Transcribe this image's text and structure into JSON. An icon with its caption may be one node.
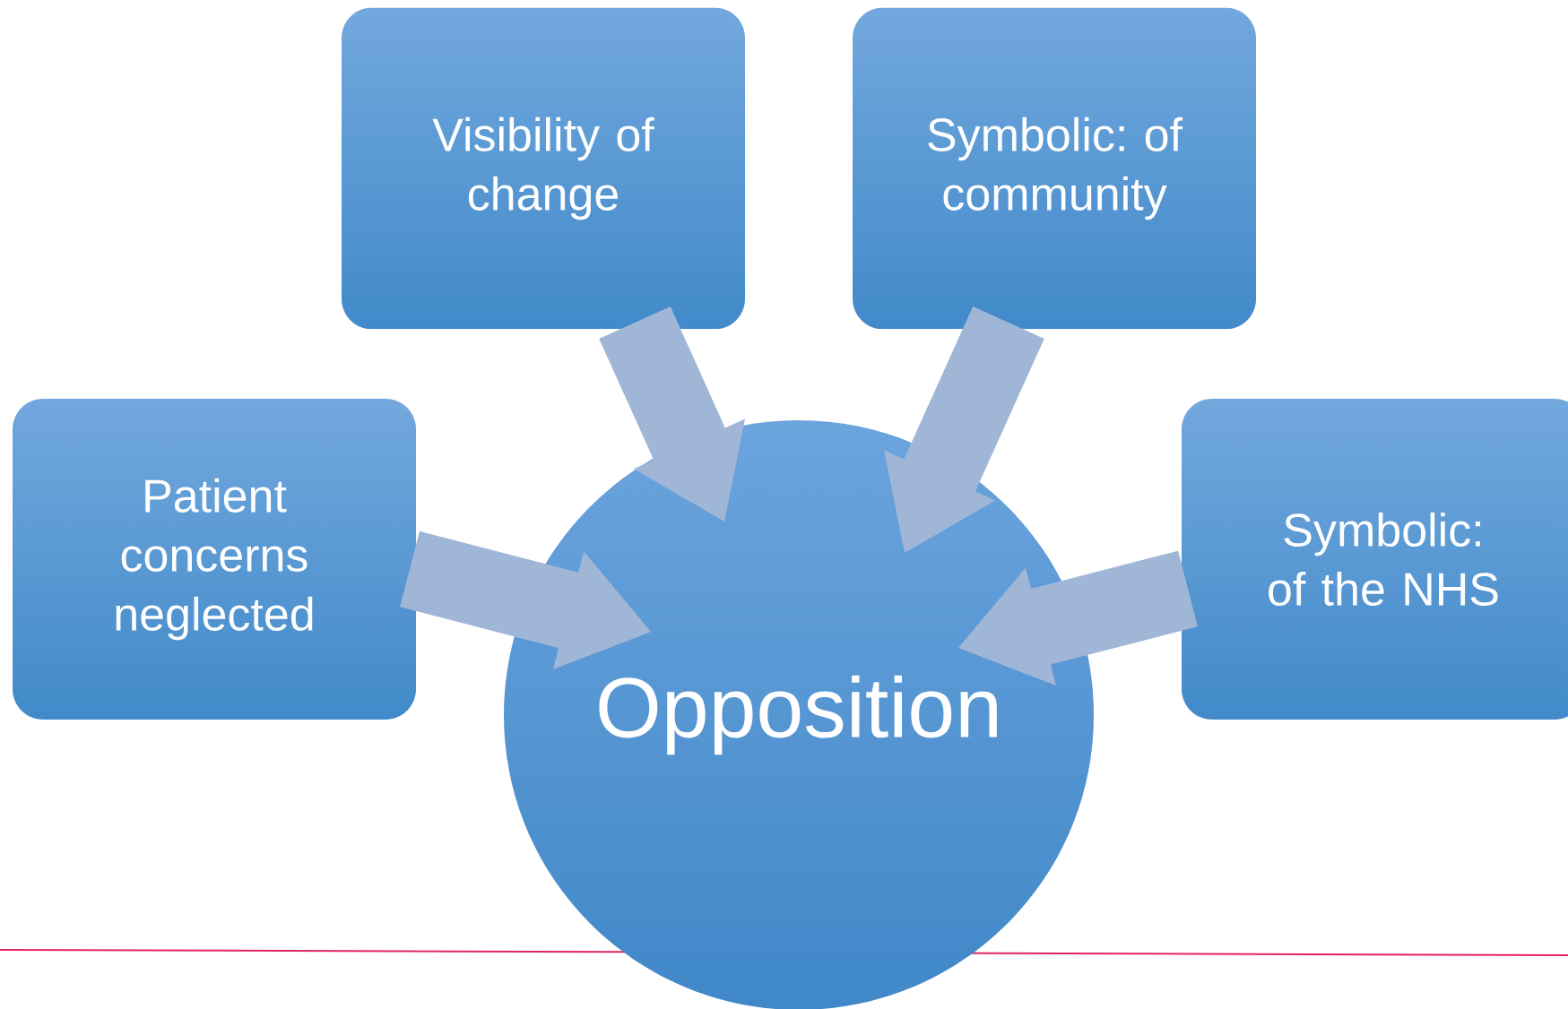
{
  "diagram": {
    "nodes": [
      {
        "text": [
          "Visibility of change"
        ]
      },
      {
        "text": [
          "Symbolic: of community"
        ]
      },
      {
        "text": [
          "Patient concerns neglected"
        ]
      },
      {
        "text": [
          "Opposition"
        ]
      },
      {
        "text": [
          "Symbolic: of the NHS"
        ]
      }
    ],
    "edges": [
      {
        "from": 0,
        "to": 3,
        "arrow": "to"
      },
      {
        "from": 1,
        "to": 3,
        "arrow": "to"
      },
      {
        "from": 2,
        "to": 3,
        "arrow": "to"
      },
      {
        "from": 4,
        "to": 3,
        "arrow": "to"
      }
    ]
  }
}
